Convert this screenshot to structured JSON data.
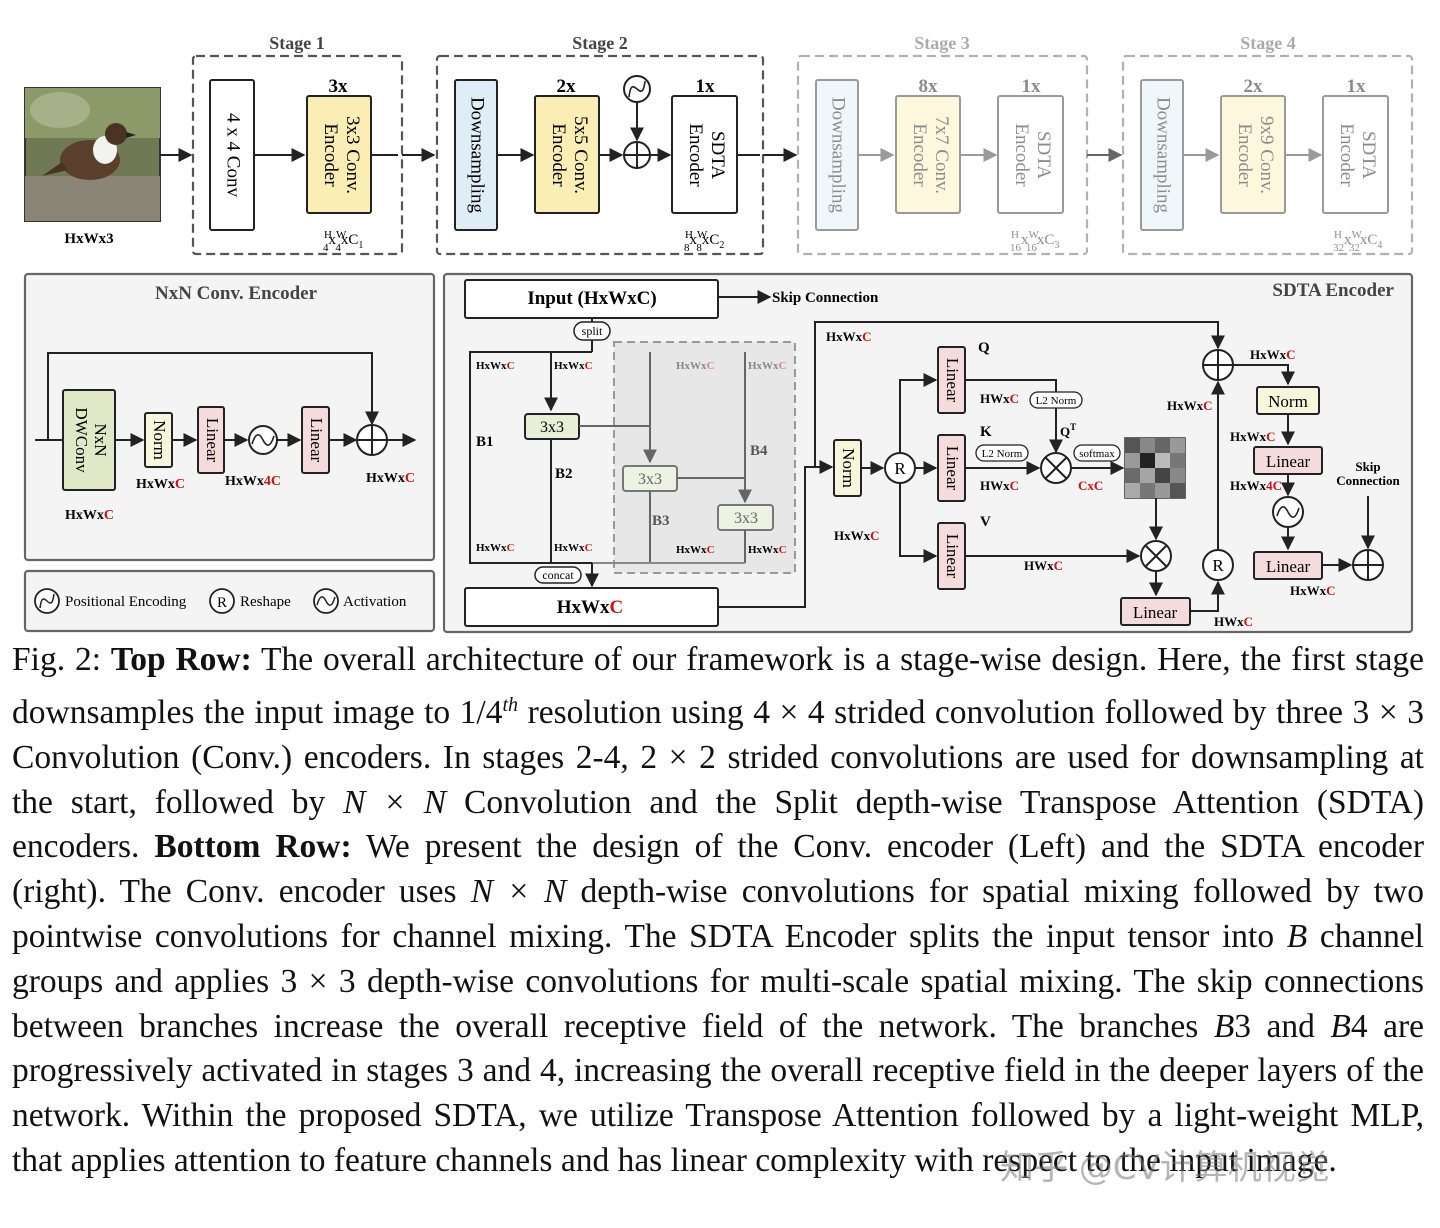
{
  "stages": {
    "s1": {
      "title": "Stage 1",
      "conv": "4 x 4 Conv",
      "mult": "3x",
      "enc": "3x3 Conv. Encoder",
      "dim": "C1",
      "frac": "4"
    },
    "s2": {
      "title": "Stage 2",
      "down": "Downsampling",
      "mult1": "2x",
      "enc1": "5x5 Conv. Encoder",
      "mult2": "1x",
      "enc2": "SDTA Encoder",
      "dim": "C2",
      "frac": "8"
    },
    "s3": {
      "title": "Stage 3",
      "down": "Downsampling",
      "mult1": "8x",
      "enc1": "7x7 Conv. Encoder",
      "mult2": "1x",
      "enc2": "SDTA Encoder",
      "dim": "C3",
      "frac": "16"
    },
    "s4": {
      "title": "Stage 4",
      "down": "Downsampling",
      "mult1": "2x",
      "enc1": "9x9 Conv. Encoder",
      "mult2": "1x",
      "enc2": "SDTA Encoder",
      "dim": "C4",
      "frac": "32"
    }
  },
  "input_label": "HxWx3",
  "conv_encoder": {
    "title": "NxN Conv. Encoder",
    "dwconv": "NxN DWConv",
    "norm": "Norm",
    "linear1": "Linear",
    "linear2": "Linear",
    "lbl_hwc": "HxWx",
    "c": "C",
    "c4": "4C"
  },
  "legend": {
    "pe": "Positional Encoding",
    "r": "Reshape",
    "act": "Activation",
    "r_symbol": "R"
  },
  "sdta": {
    "title": "SDTA Encoder",
    "input": "Input (HxWxC)",
    "skip": "Skip Connection",
    "split": "split",
    "concat": "concat",
    "b1": "B1",
    "b2": "B2",
    "b3": "B3",
    "b4": "B4",
    "k3": "3x3",
    "output": "HxWx",
    "norm": "Norm",
    "linear": "Linear",
    "l2norm": "L2 Norm",
    "softmax": "softmax",
    "q": "Q",
    "k": "K",
    "v": "V",
    "qt": "Q",
    "hwc": "HWx",
    "cxc": "CxC",
    "hwxc": "HxWx",
    "skip2": "Skip Connection"
  },
  "caption": {
    "p1": "Fig. 2: ",
    "b1": "Top Row:",
    "p2": " The overall architecture of our framework is a stage-wise design. Here, the first stage downsamples the input image to 1/4",
    "sup": "th",
    "p3": " resolution using 4 × 4 strided convolution followed by three 3 × 3 Convolution (Conv.) encoders. In stages 2-4, 2 × 2 strided convolutions are used for downsampling at the start, followed by ",
    "nxn1": "N × N",
    "p4": " Convolution and the Split depth-wise Transpose Attention (SDTA) encoders. ",
    "b2": "Bottom Row:",
    "p5": " We present the design of the Conv. encoder (Left) and the SDTA encoder (right). The Conv. encoder uses ",
    "nxn2": "N × N",
    "p6": " depth-wise convolutions for spatial mixing followed by two pointwise convolutions for channel mixing. The SDTA Encoder splits the input tensor into ",
    "bvar": "B",
    "p7": " channel groups and applies 3 × 3 depth-wise convolutions for multi-scale spatial mixing. The skip connections between branches increase the overall receptive field of the network. The branches ",
    "b3var": "B",
    "b3num": "3",
    "p8": " and ",
    "b4var": "B",
    "b4num": "4",
    "p9": " are progressively activated in stages 3 and 4, increasing the overall receptive field in the deeper layers of the network. Within the proposed SDTA, we utilize Transpose Attention followed by a light-weight MLP, that applies attention to feature channels and has linear complexity with respect to the input image."
  },
  "watermark": "知乎 @CV计算机视觉",
  "colors": {
    "encoder": "#fbeeb4",
    "down": "#dfeef6",
    "linear": "#f5dcdc",
    "norm": "#f5f7dc",
    "dwconv": "#dfe8c7",
    "k3": "#e9efd6",
    "red": "#cc1111",
    "panel": "#f4f4f4"
  }
}
